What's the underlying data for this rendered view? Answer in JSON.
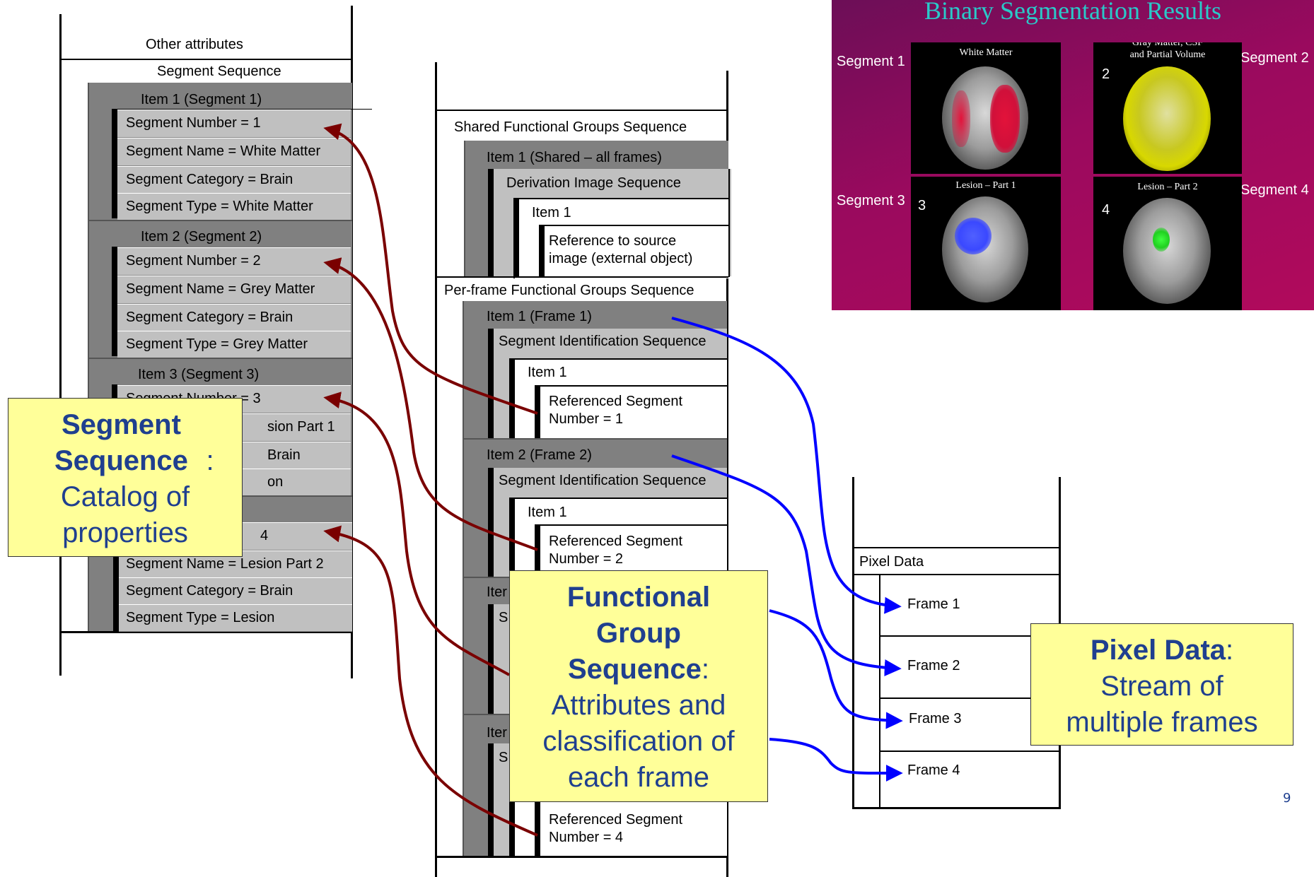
{
  "left_stack": {
    "other_attributes": "Other attributes",
    "segment_sequence": "Segment Sequence",
    "items": [
      {
        "header": "Item 1 (Segment 1)",
        "rows": [
          "Segment Number = 1",
          "Segment Name = White Matter",
          "Segment Category = Brain",
          "Segment Type = White Matter"
        ]
      },
      {
        "header": "Item 2 (Segment 2)",
        "rows": [
          "Segment Number = 2",
          "Segment Name = Grey Matter",
          "Segment Category = Brain",
          "Segment Type = Grey Matter"
        ]
      },
      {
        "header": "Item 3 (Segment 3)",
        "rows": [
          "Segment Number = 3",
          "sion Part 1",
          "Brain",
          "on"
        ]
      },
      {
        "header": "",
        "rows": [
          "4",
          "Segment Name = Lesion Part 2",
          "Segment Category = Brain",
          "Segment Type = Lesion"
        ]
      }
    ]
  },
  "middle_stack": {
    "shared_title": "Shared Functional Groups Sequence",
    "shared_item": "Item 1 (Shared – all frames)",
    "derivation": "Derivation Image Sequence",
    "deriv_item": "Item 1",
    "reference_line1": "Reference to source",
    "reference_line2": "image (external object)",
    "perframe_title": "Per-frame Functional Groups Sequence",
    "frames": [
      {
        "header": "Item 1 (Frame 1)",
        "seq": "Segment Identification Sequence",
        "item": "Item 1",
        "ref_line1": "Referenced Segment",
        "ref_line2": "Number = 1"
      },
      {
        "header": "Item 2 (Frame 2)",
        "seq": "Segment Identification Sequence",
        "item": "Item 1",
        "ref_line1": "Referenced Segment",
        "ref_line2": "Number = 2"
      },
      {
        "header": "Iter",
        "seq": "S"
      },
      {
        "header": "Iter",
        "seq": "S",
        "ref_line1": "Referenced Segment",
        "ref_line2": "Number = 4"
      }
    ]
  },
  "pixel_stack": {
    "title": "Pixel Data",
    "frames": [
      "Frame 1",
      "Frame 2",
      "Frame 3",
      "Frame 4"
    ]
  },
  "callouts": {
    "segment": {
      "bold": "Segment Sequence",
      "rest1": "Catalog of",
      "rest2": "properties"
    },
    "functional": {
      "bold1": "Functional",
      "bold2": "Group",
      "bold3": "Sequence",
      "rest1": "Attributes and",
      "rest2": "classification of",
      "rest3": "each frame"
    },
    "pixel": {
      "bold": "Pixel Data",
      "rest1": "Stream of",
      "rest2": "multiple frames"
    }
  },
  "panel": {
    "title": "Binary Segmentation Results",
    "labels": [
      "Segment 1",
      "Segment 2",
      "Segment 3",
      "Segment 4"
    ],
    "captions": [
      "White Matter",
      "Gray Matter, CSF",
      "and Partial Volume",
      "Lesion – Part 1",
      "Lesion – Part 2"
    ],
    "numbers": [
      "2",
      "3",
      "4"
    ]
  },
  "page_number": "9",
  "colors": {
    "reference_arrow": "#7a0000",
    "frame_arrow": "#0000ff",
    "callout_fill": "#ffff99",
    "callout_text": "#1f3f8f",
    "panel_title": "#2ac9c9"
  }
}
